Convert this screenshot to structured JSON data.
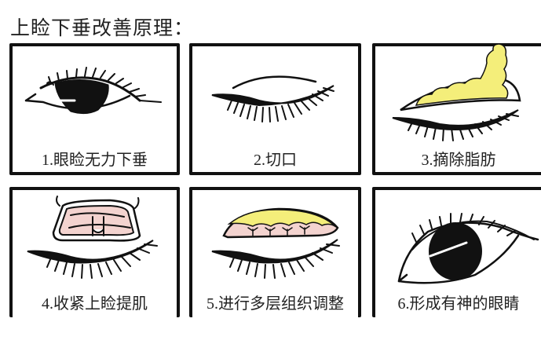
{
  "title": "上睑下垂改善原理：",
  "colors": {
    "fat_yellow": "#f4ee7a",
    "tissue_pink": "#f3d3cf",
    "line": "#111111"
  },
  "steps": [
    {
      "label": "1.眼睑无力下垂"
    },
    {
      "label": "2.切口"
    },
    {
      "label": "3.摘除脂肪"
    },
    {
      "label": "4.收紧上睑提肌"
    },
    {
      "label": "5.进行多层组织调整"
    },
    {
      "label": "6.形成有神的眼睛"
    }
  ]
}
